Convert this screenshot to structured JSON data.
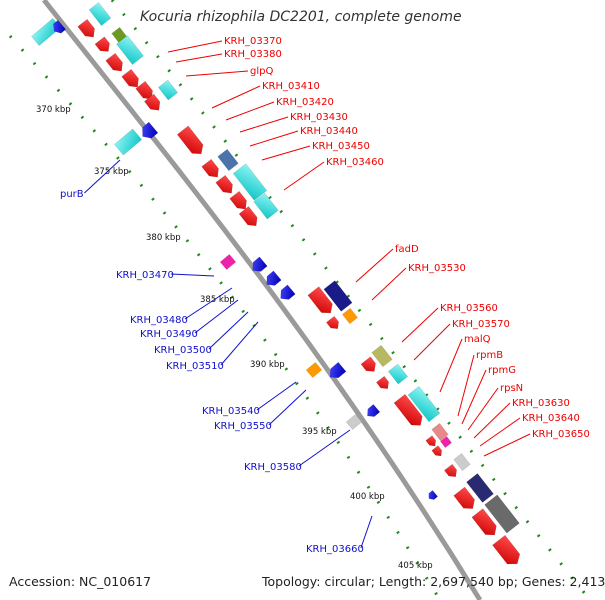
{
  "title": "Kocuria rhizophila DC2201, complete genome",
  "footer": {
    "accession": "Accession: NC_010617",
    "summary": "Topology: circular; Length: 2,697,540 bp; Genes: 2,413"
  },
  "kbp_ticks": [
    {
      "label": "370 kbp"
    },
    {
      "label": "375 kbp"
    },
    {
      "label": "380 kbp"
    },
    {
      "label": "385 kbp"
    },
    {
      "label": "390 kbp"
    },
    {
      "label": "395 kbp"
    },
    {
      "label": "400 kbp"
    },
    {
      "label": "405 kbp"
    }
  ],
  "red_labels": [
    "KRH_03370",
    "KRH_03380",
    "glpQ",
    "KRH_03410",
    "KRH_03420",
    "KRH_03430",
    "KRH_03440",
    "KRH_03450",
    "KRH_03460",
    "fadD",
    "KRH_03530",
    "KRH_03560",
    "KRH_03570",
    "malQ",
    "rpmB",
    "rpmG",
    "rpsN",
    "KRH_03630",
    "KRH_03640",
    "KRH_03650"
  ],
  "blue_labels": [
    "purB",
    "KRH_03470",
    "KRH_03480",
    "KRH_03490",
    "KRH_03500",
    "KRH_03510",
    "KRH_03540",
    "KRH_03550",
    "KRH_03580",
    "KRH_03660"
  ],
  "colors": {
    "backbone": "#a0a0a0",
    "forward_gene": "#ee1111",
    "reverse_gene": "#1111ee",
    "rna": "#22dddd",
    "tick": "#228822",
    "red_text": "#ee0000",
    "blue_text": "#1010cc"
  }
}
